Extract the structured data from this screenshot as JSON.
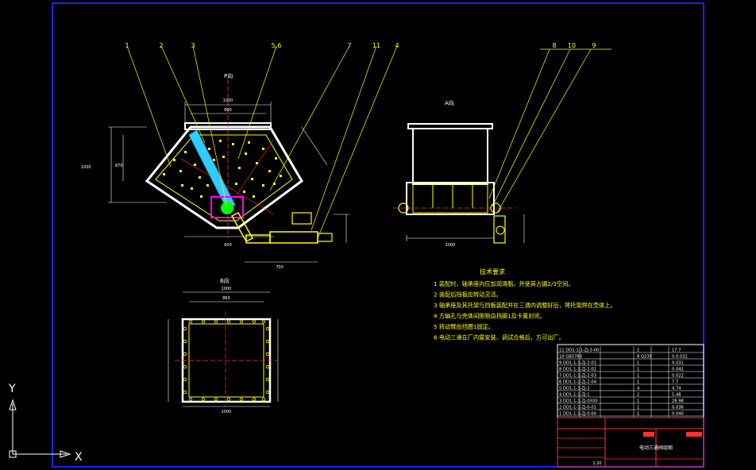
{
  "drawing": {
    "title": "电动三通阀组图",
    "scale": "1:20",
    "view_a_label": "A向",
    "view_b_label": "B向",
    "view_p_label": "P向"
  },
  "balloons_front": [
    "1",
    "2",
    "3",
    "5,6",
    "7",
    "11",
    "4"
  ],
  "balloons_side": [
    "8",
    "10",
    "9"
  ],
  "notes": {
    "heading": "技术要求",
    "items": [
      "1 装配时，轴承座内应加润滑脂，并使其占据2/3空间。",
      "2 装配后挡板应转动灵活。",
      "3 轴承座及其托架与挡板装配并在三通内调整好后，将托架焊在壳体上。",
      "4 方轴孔与壳体间隙隙由挡圈1及卡簧封闭。",
      "5 转动臂由挡圈1固定。",
      "6 电动三通在厂内需安装、调试合格后，方可出厂。"
    ]
  },
  "bom_rows": [
    {
      "code": "11 DD1-1-1-ZJ-3-00",
      "qty": "1",
      "mat": "17.7"
    },
    {
      "code": "10 GB5783",
      "qty": "8 Q235",
      "mat": "0.0.032"
    },
    {
      "code": "9 DD1-1-1-ZJ-2-01",
      "qty": "1",
      "mat": "0.031"
    },
    {
      "code": "8 DD1-1-1-ZJ-2-02",
      "qty": "1",
      "mat": "0.042"
    },
    {
      "code": "7 DD1-1-1-ZJ-2-03",
      "qty": "1",
      "mat": "0.022"
    },
    {
      "code": "6 DD1-1-1-ZJ-2-04",
      "qty": "1",
      "mat": "7.7"
    },
    {
      "code": "5 DD1-1-1-ZJ-2",
      "qty": "4",
      "mat": "4.74"
    },
    {
      "code": "4 DD1-1-1-ZJ-1",
      "qty": "2",
      "mat": "5.48"
    },
    {
      "code": "3 DD1-1-1-ZJ-0X00",
      "qty": "1",
      "mat": "28.98"
    },
    {
      "code": "2 DD1-1-1-ZJ-0-01",
      "qty": "1",
      "mat": "0.036"
    },
    {
      "code": "1 DD1-1-1-ZJ-0-00",
      "qty": "1",
      "mat": "0.040"
    }
  ],
  "ucs": {
    "y_label": "Y",
    "x_label": "X"
  },
  "colors": {
    "frame": "#2020ff",
    "line": "#ffff00",
    "dim": "#ffffff",
    "body": "#ffffff",
    "center": "#ff3030",
    "shaft": "#33ccff",
    "bearing": "#00ff00",
    "highlight": "#ff00ff",
    "table_line": "#ff3030",
    "text": "#ffffff"
  }
}
